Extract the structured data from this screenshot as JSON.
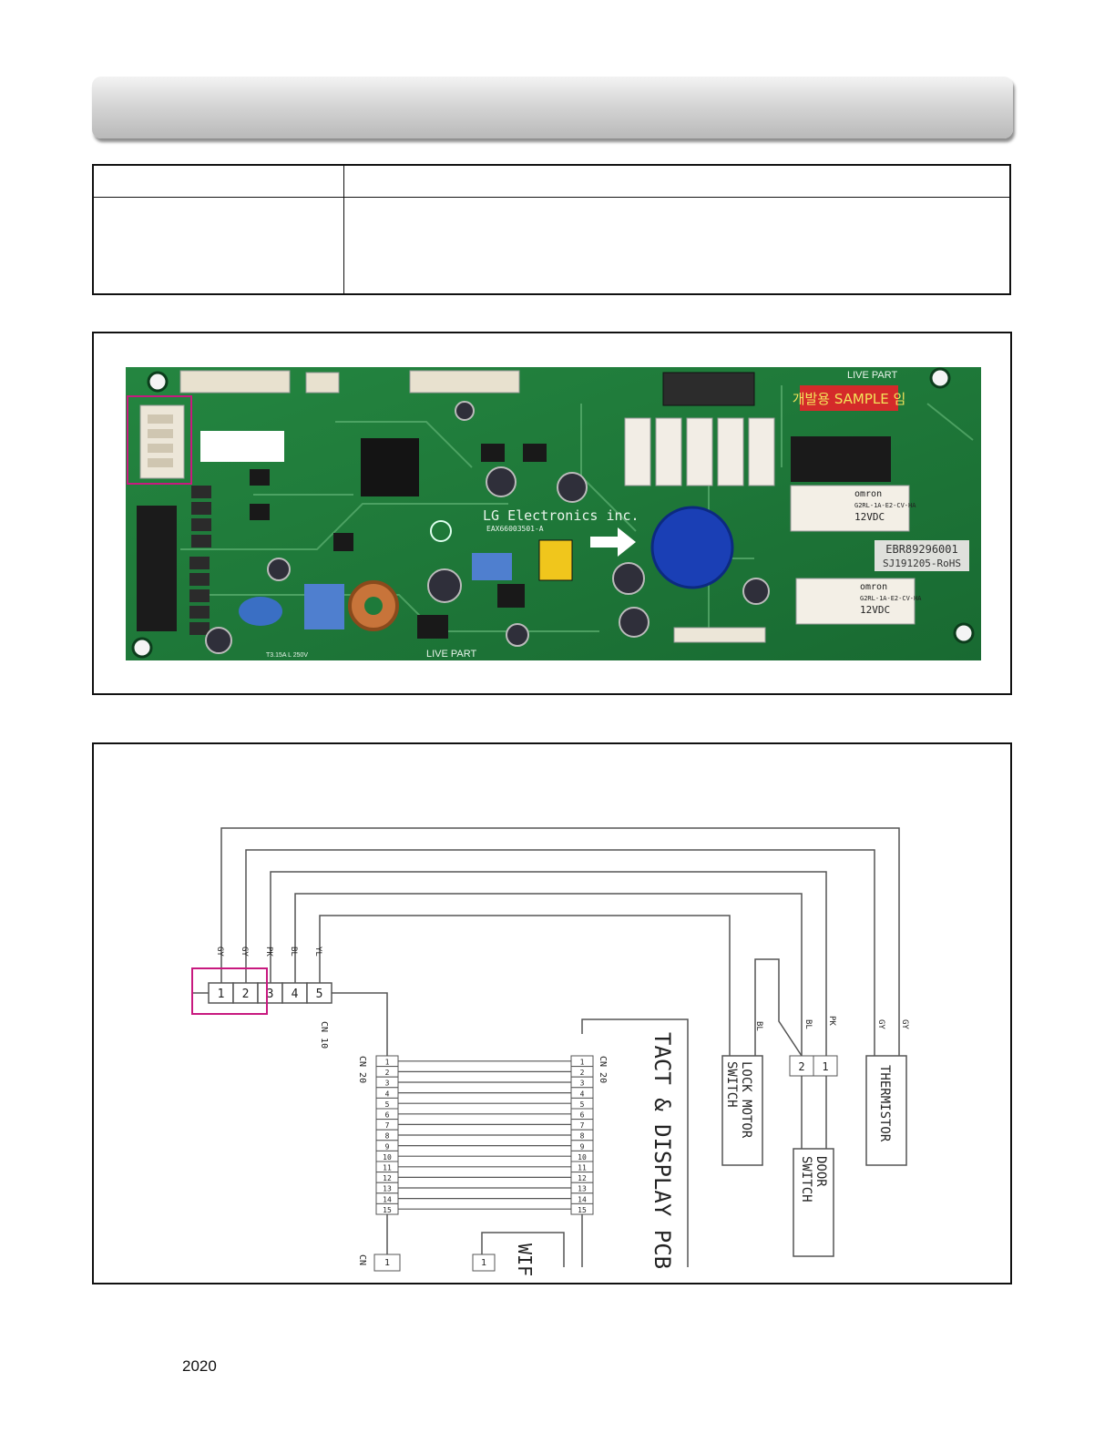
{
  "footer": {
    "year": "2020"
  },
  "pcb_photo": {
    "board_label": "LG Electronics inc.",
    "part_code": "EAX66003501-A",
    "live_part_top": "LIVE PART",
    "live_part_bottom": "LIVE PART",
    "sample_sticker": "개발용 SAMPLE 임",
    "ebr_sticker_line1": "EBR89296001",
    "ebr_sticker_line2": "SJ191205-RoHS",
    "relay_brand": "omron",
    "relay_model": "G2RL-1A-E2-CV-HA",
    "relay_voltage": "12VDC",
    "fuse_label": "T3.15A L 250V",
    "colors": {
      "board": "#1e7a3a",
      "highlight": "#c8197f",
      "capacitor": "#1a3fb5",
      "sticker": "#d42a2a"
    }
  },
  "wiring": {
    "cn10": {
      "label": "CN 10",
      "pins": [
        "1",
        "2",
        "3",
        "4",
        "5"
      ],
      "wire_colors": [
        "GY",
        "GY",
        "PK",
        "BL",
        "YL"
      ]
    },
    "cn20_left": {
      "label": "CN 20",
      "pins": [
        "1",
        "2",
        "3",
        "4",
        "5",
        "6",
        "7",
        "8",
        "9",
        "10",
        "11",
        "12",
        "13",
        "14",
        "15"
      ]
    },
    "cn20_right": {
      "label": "CN 20",
      "pins": [
        "1",
        "2",
        "3",
        "4",
        "5",
        "6",
        "7",
        "8",
        "9",
        "10",
        "11",
        "12",
        "13",
        "14",
        "15"
      ]
    },
    "cn_partial_label": "CN",
    "partial_pin": "1",
    "tact_display_label": "TACT & DISPLAY PCB",
    "wifi_label": "WIF",
    "lock_motor_label": "LOCK MOTOR",
    "lock_motor_label2": "SWITCH",
    "door_switch_label": "DOOR",
    "door_switch_label2": "SWITCH",
    "thermistor_label": "THERMISTOR",
    "door_pins": [
      "2",
      "1"
    ],
    "door_wire_colors": [
      "BL",
      "BL",
      "PK"
    ],
    "thermistor_wire_colors": [
      "GY",
      "GY"
    ]
  }
}
